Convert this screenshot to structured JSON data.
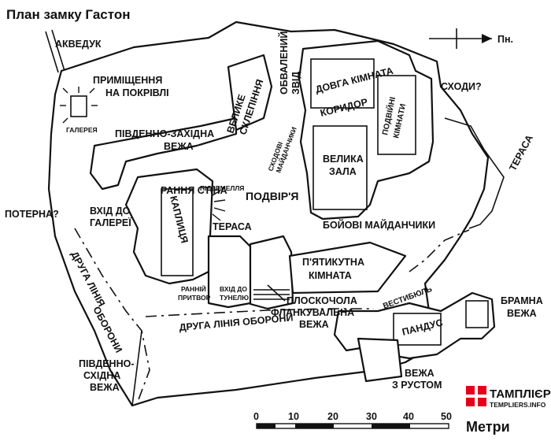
{
  "title": "План замку Гастон",
  "labels": {
    "aqueduct": "АКВЕДУК",
    "roof_rooms_1": "ПРИМІЩЕННЯ",
    "roof_rooms_2": "НА ПОКРІВЛІ",
    "gallery": "ГАЛЕРЕЯ",
    "sw_tower_1": "ПІВДЕННО-ЗАХІДНА",
    "sw_tower_2": "ВЕЖА",
    "great_vault_1": "ВЕЛИКЕ",
    "great_vault_2": "СКЛЕПІННЯ",
    "collapsed_vault_1": "ОБВАЛЕНИЙ",
    "collapsed_vault_2": "ЗВІД",
    "long_room": "ДОВГА КІМНАТА",
    "stairs": "СХОДИ?",
    "corridor": "КОРИДОР",
    "double_rooms_1": "ПОДВІЙНІ",
    "double_rooms_2": "КІМНАТИ",
    "terrace_east": "ТЕРАСА",
    "early_wall": "РАННЯ СТІНА",
    "dungeon": "ПІДЗЕМЕЛЛЯ",
    "courtyard": "ПОДВІР'Я",
    "stair_landings_1": "СХОДОВІ",
    "stair_landings_2": "МАЙДАНЧИКИ",
    "great_hall_1": "ВЕЛИКА",
    "great_hall_2": "ЗАЛА",
    "postern": "ПОТЕРНА?",
    "gallery_entrance_1": "ВХІД ДО",
    "gallery_entrance_2": "ГАЛЕРЕЇ",
    "chapel": "КАПЛИЦЯ",
    "terrace_west": "ТЕРАСА",
    "battle_platforms": "БОЙОВІ МАЙДАНЧИКИ",
    "pentagonal_room_1": "П'ЯТИКУТНА",
    "pentagonal_room_2": "КІМНАТА",
    "second_defence_diag_1": "ДРУГА ЛІНІЯ",
    "second_defence_diag_2": "ОБОРОНИ",
    "early_porch_1": "РАННІЙ",
    "early_porch_2": "ПРИТВОР",
    "tunnel_entrance_1": "ВХІД ДО",
    "tunnel_entrance_2": "ТУНЕЛЮ",
    "flat_tower_1": "ПЛОСКОЧОЛА",
    "flat_tower_2": "ФЛАНКУВАЛЬНА",
    "flat_tower_3": "ВЕЖА",
    "vestibule": "ВЕСТИБЮЛЬ",
    "gate_tower_1": "БРАМНА",
    "gate_tower_2": "ВЕЖА",
    "ramp": "ПАНДУС",
    "second_defence_line": "ДРУГА ЛІНІЯ ОБОРОНИ",
    "se_tower_1": "ПІВДЕННО-",
    "se_tower_2": "СХІДНА",
    "se_tower_3": "ВЕЖА",
    "rustic_tower_1": "ВЕЖА",
    "rustic_tower_2": "З РУСТОМ"
  },
  "north": {
    "label": "Пн."
  },
  "scale": {
    "ticks": [
      "0",
      "10",
      "20",
      "30",
      "40",
      "50"
    ],
    "unit": "Метри"
  },
  "logo": {
    "name": "ТАМПЛІЄРИ",
    "site": "TEMPLIERS.INFO"
  },
  "colors": {
    "ink": "#111111",
    "paper": "#ffffff",
    "logo_red": "#e3001b"
  },
  "icons": {
    "north_arrow": "north-arrow-icon",
    "logo_cross": "templar-cross-icon"
  }
}
